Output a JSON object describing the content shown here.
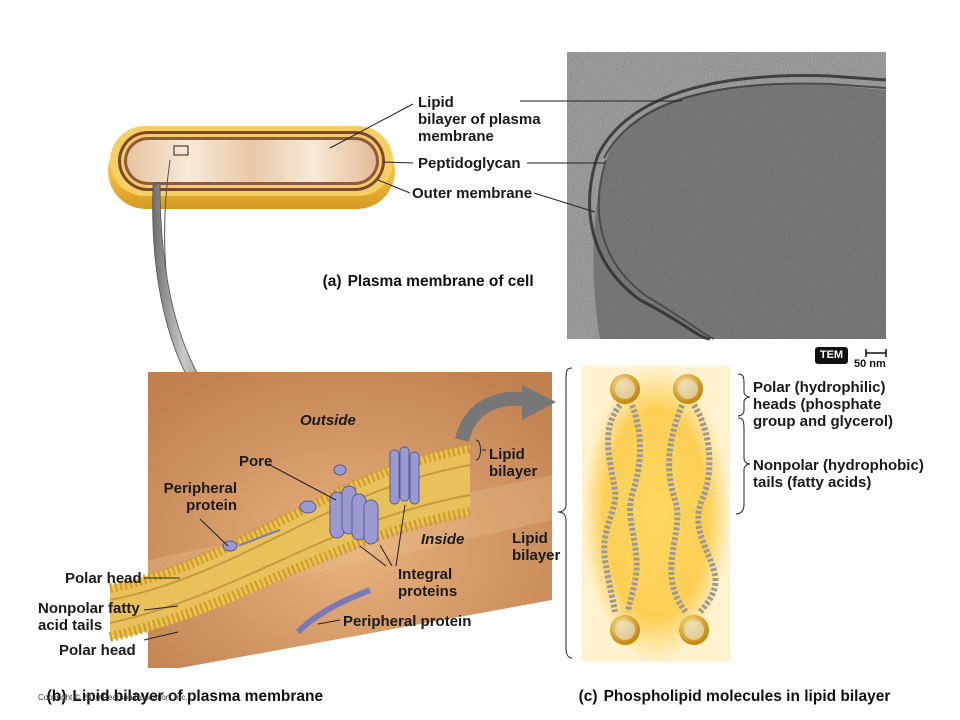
{
  "panel_a": {
    "caption_letter": "(a)",
    "caption_text": "Plasma membrane of cell",
    "labels": {
      "lipid_bilayer": "Lipid\nbilayer of plasma\nmembrane",
      "peptidoglycan": "Peptidoglycan",
      "outer_membrane": "Outer membrane"
    },
    "tem_badge": "TEM",
    "scale_bar": "50 nm"
  },
  "panel_b": {
    "caption_letter": "(b)",
    "caption_text": "Lipid bilayer of plasma membrane",
    "labels": {
      "outside": "Outside",
      "inside": "Inside",
      "pore": "Pore",
      "peripheral_protein_top": "Peripheral\nprotein",
      "lipid_bilayer": "Lipid\nbilayer",
      "polar_head_top": "Polar head",
      "nonpolar_tails": "Nonpolar fatty\nacid tails",
      "polar_head_bottom": "Polar head",
      "integral_proteins": "Integral\nproteins",
      "peripheral_protein_bottom": "Peripheral protein"
    }
  },
  "panel_c": {
    "caption_letter": "(c)",
    "caption_text": "Phospholipid molecules in lipid bilayer",
    "labels": {
      "polar_heads": "Polar (hydrophilic)\nheads (phosphate\ngroup and glycerol)",
      "nonpolar_tails": "Nonpolar (hydrophobic)\ntails (fatty acids)",
      "lipid_bilayer": "Lipid\nbilayer"
    }
  },
  "copyright": "Copyright © 2010 Pearson Education, Inc.",
  "colors": {
    "cell_yellow": "#f2c14a",
    "cell_inner": "#f3ddc0",
    "membrane_brown": "#8a5a3a",
    "membrane_bg": "#c8895a",
    "protein_purple": "#9a9ad0",
    "lipid_gold": "#e8b040",
    "tem_gray": "#8c8c8c"
  }
}
